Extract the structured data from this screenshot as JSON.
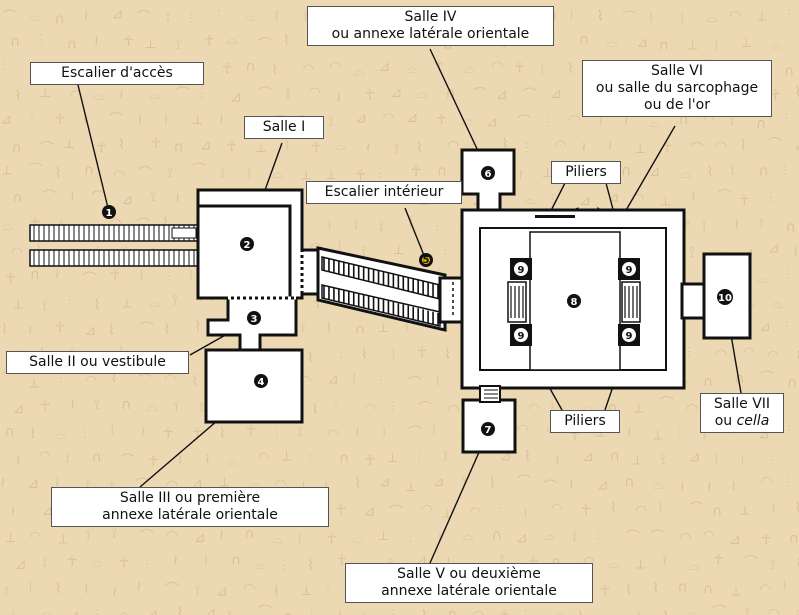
{
  "colors": {
    "background": "#ecd9b4",
    "wall": "#111111",
    "floor": "#ffffff",
    "marker": "#111111",
    "marker_accent": "#e6b800",
    "pillar_highlight": "#cfe1a6"
  },
  "labels": {
    "escalier_acces": [
      "Escalier d'accès"
    ],
    "salle_i": [
      "Salle I"
    ],
    "salle_iv": [
      "Salle IV",
      "ou annexe latérale orientale"
    ],
    "salle_vi": [
      "Salle VI",
      "ou salle du sarcophage",
      "ou de l'or"
    ],
    "escalier_interieur": [
      "Escalier intérieur"
    ],
    "piliers_top": [
      "Piliers"
    ],
    "piliers_bottom": [
      "Piliers"
    ],
    "salle_ii": [
      "Salle II ou vestibule"
    ],
    "salle_iii": [
      "Salle III ou première",
      "annexe latérale orientale"
    ],
    "salle_v": [
      "Salle V ou deuxième",
      "annexe latérale orientale"
    ],
    "salle_vii": [
      "Salle VII",
      "ou cella"
    ]
  },
  "markers": [
    "1",
    "2",
    "3",
    "4",
    "5",
    "6",
    "7",
    "8",
    "9",
    "9",
    "9",
    "9",
    "10"
  ]
}
